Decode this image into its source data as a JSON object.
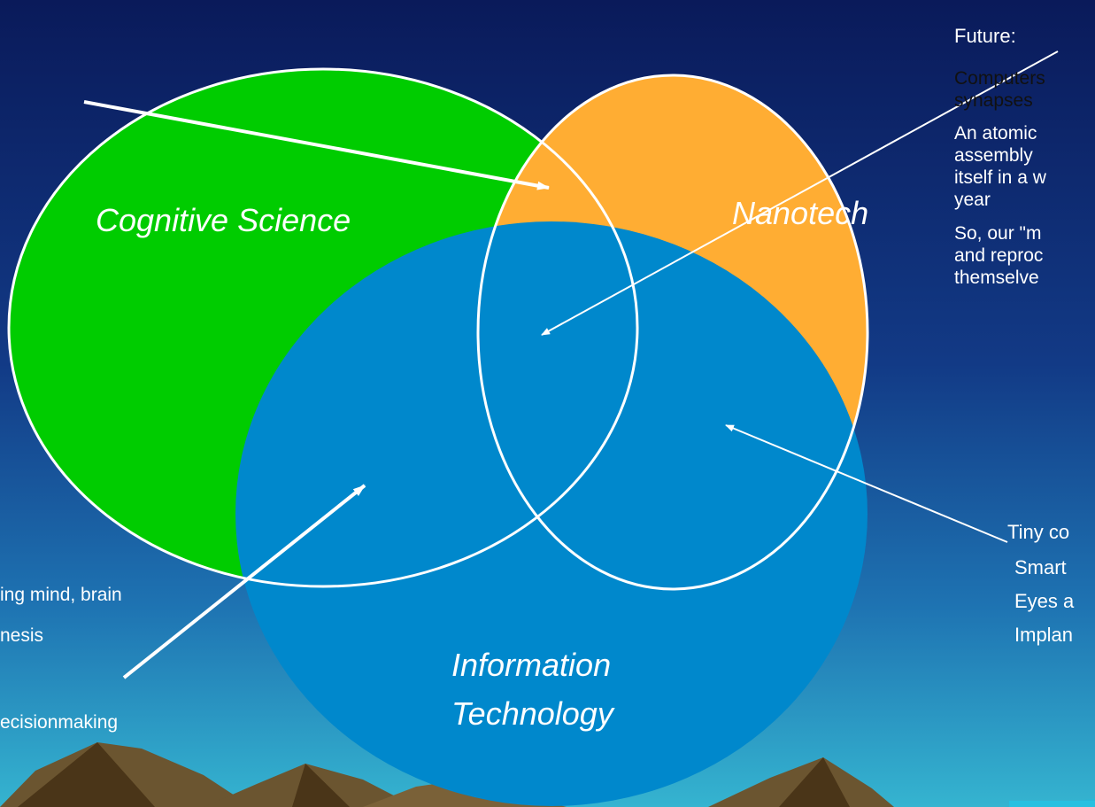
{
  "diagram": {
    "circles": {
      "cognitive": {
        "label": "Cognitive Science",
        "color": "#00cc00"
      },
      "nano": {
        "label": "Nanotech",
        "color": "#ffad33"
      },
      "info": {
        "label_line1": "Information",
        "label_line2": "Technology",
        "color": "#0088cc"
      }
    },
    "future_notes": {
      "heading": "Future:",
      "lines": [
        "Computers",
        "synapses",
        "An atomic",
        "assembly",
        "itself in a w",
        "year",
        "So, our \"m",
        "and reproc",
        "themselve"
      ]
    },
    "right_notes": [
      "Tiny co",
      "Smart",
      "Eyes a",
      "Implan"
    ],
    "left_notes": [
      "ing mind, brain",
      "nesis",
      "ecisionmaking"
    ]
  }
}
